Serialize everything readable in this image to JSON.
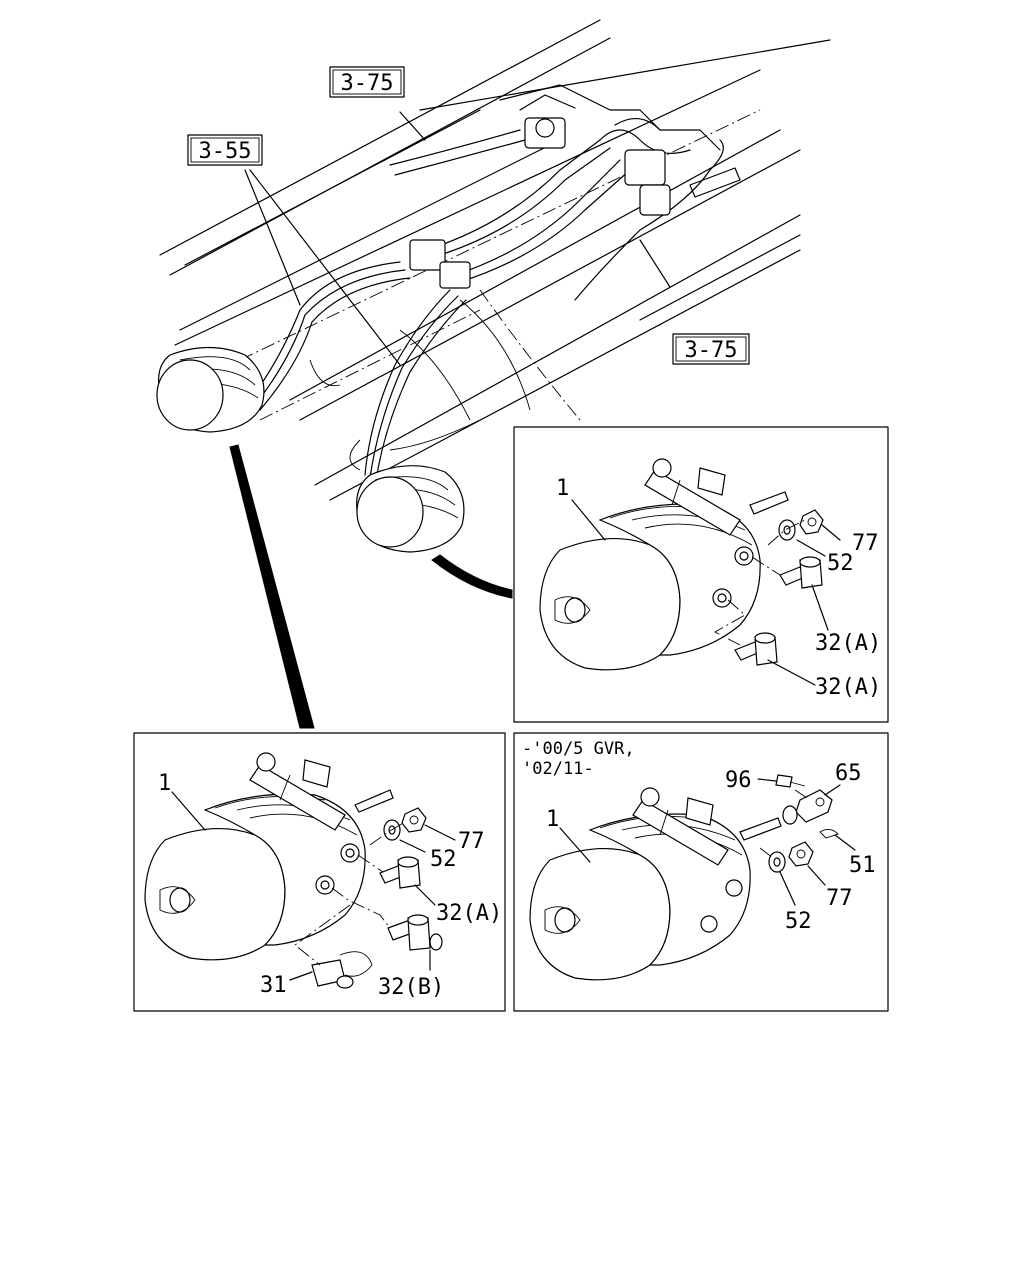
{
  "references": [
    {
      "id": "ref-top",
      "text": "3-75"
    },
    {
      "id": "ref-left",
      "text": "3-55"
    },
    {
      "id": "ref-right",
      "text": "3-75"
    }
  ],
  "panel_a": {
    "labels": {
      "chamber": "1",
      "nut": "77",
      "washer": "52",
      "elbow_upper": "32(A)",
      "elbow_lower": "32(A)"
    }
  },
  "panel_b": {
    "labels": {
      "chamber": "1",
      "nut": "77",
      "washer": "52",
      "elbow": "32(A)",
      "tee": "32(B)",
      "valve": "31"
    }
  },
  "panel_c": {
    "note_line1": "-'00/5 GVR,",
    "note_line2": "'02/11-",
    "labels": {
      "bolt": "96",
      "clevis": "65",
      "chamber": "1",
      "pin": "51",
      "nut": "77",
      "washer": "52"
    }
  }
}
